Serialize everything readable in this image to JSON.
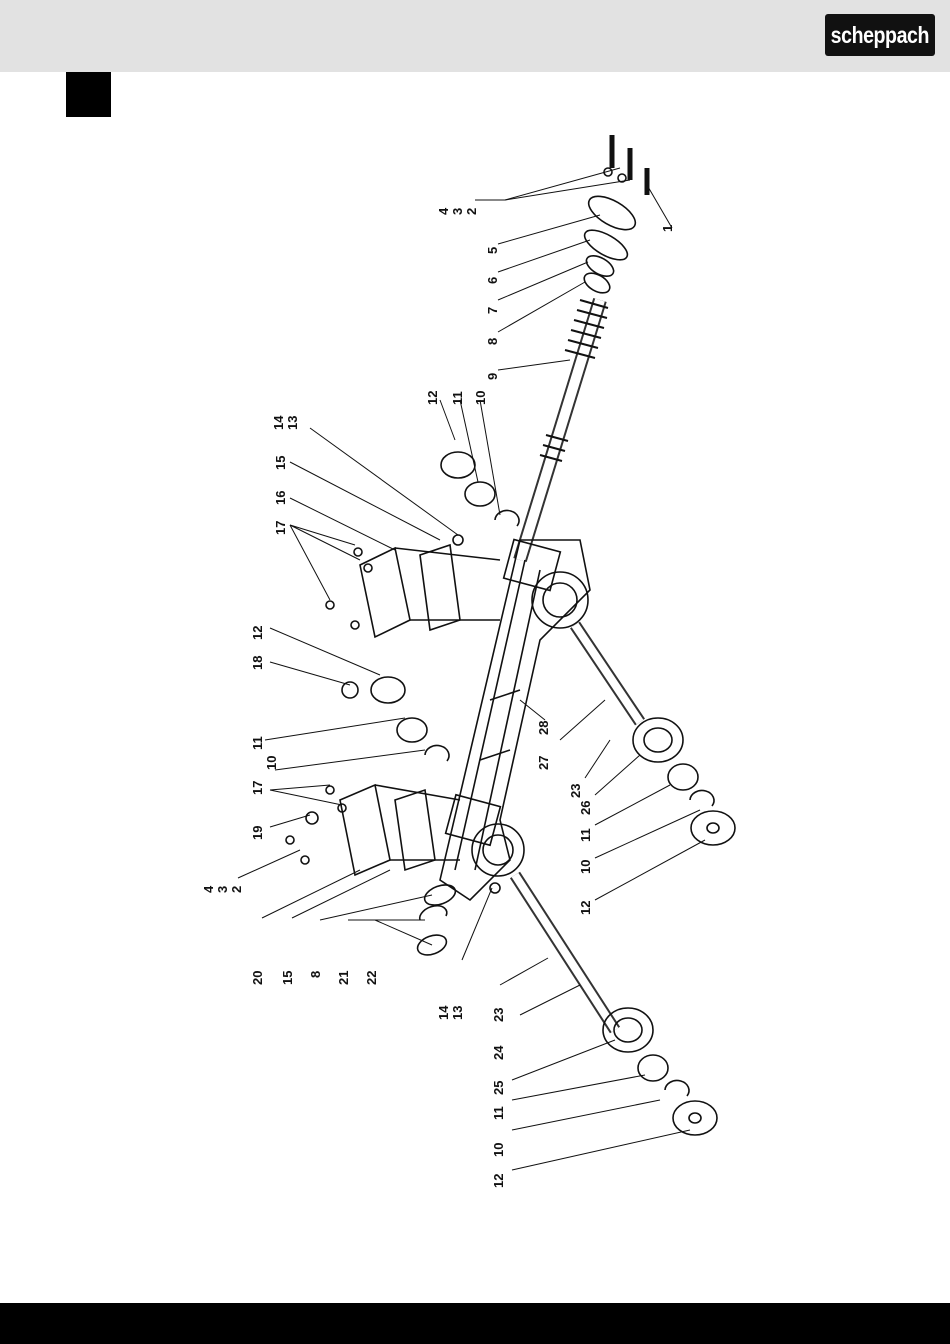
{
  "header": {
    "brand": "scheppach"
  },
  "callouts": {
    "c1": "1",
    "c2a": "2",
    "c3a": "3",
    "c4a": "4",
    "c5": "5",
    "c6": "6",
    "c7": "7",
    "c8a": "8",
    "c9": "9",
    "c10a": "10",
    "c11a": "11",
    "c12a": "12",
    "c13a": "13",
    "c14a": "14",
    "c15a": "15",
    "c16": "16",
    "c17a": "17",
    "c18": "18",
    "c12b": "12",
    "c11b": "11",
    "c10b": "10",
    "c17b": "17",
    "c19": "19",
    "c2b": "2",
    "c3b": "3",
    "c4b": "4",
    "c20": "20",
    "c15b": "15",
    "c8b": "8",
    "c21": "21",
    "c22": "22",
    "c13b": "13",
    "c14b": "14",
    "c23a": "23",
    "c24": "24",
    "c25": "25",
    "c11c": "11",
    "c10c": "10",
    "c12c": "12",
    "c28": "28",
    "c27": "27",
    "c23b": "23",
    "c26": "26",
    "c11d": "11",
    "c10d": "10",
    "c12d": "12"
  }
}
